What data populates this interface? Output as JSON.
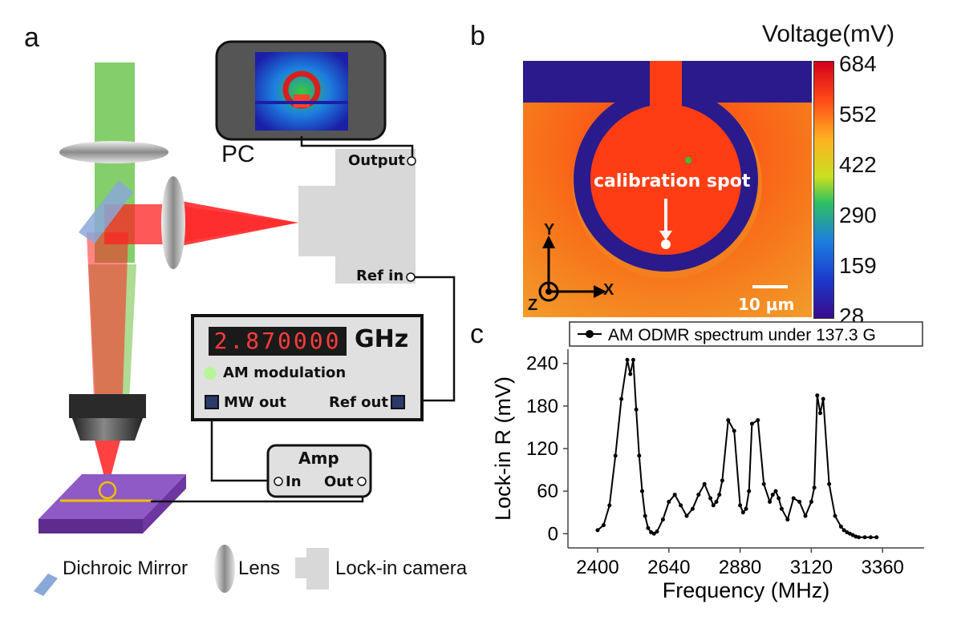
{
  "panels": {
    "a": "a",
    "b": "b",
    "c": "c"
  },
  "setup": {
    "pc_label": "PC",
    "output_label": "Output",
    "ref_in_label": "Ref in",
    "freq_display": "2.870000",
    "freq_unit": "GHz",
    "am_label": "AM modulation",
    "mw_out_label": "MW out",
    "ref_out_label": "Ref out",
    "amp_label": "Amp",
    "amp_in_label": "In",
    "amp_out_label": "Out",
    "legend": {
      "dichroic": "Dichroic Mirror",
      "lens": "Lens",
      "camera": "Lock-in camera"
    },
    "colors": {
      "green_beam": "#5bbf3a",
      "red_beam": "#ff2020",
      "substrate": "#7b3fa8",
      "led": "#b8f59a"
    }
  },
  "map": {
    "colorbar_title": "Voltage(mV)",
    "colorbar_ticks": [
      "684",
      "552",
      "422",
      "290",
      "159",
      "28"
    ],
    "annotation": "calibration spot",
    "scale_bar": "10 μm",
    "axes": {
      "x": "X",
      "y": "Y",
      "z": "Z"
    }
  },
  "chart_data": {
    "type": "line",
    "legend": "AM ODMR spectrum under 137.3 G",
    "xlabel": "Frequency (MHz)",
    "ylabel": "Lock-in R (mV)",
    "xlim": [
      2300,
      3500
    ],
    "ylim": [
      -20,
      260
    ],
    "xticks": [
      2400,
      2640,
      2880,
      3120,
      3360
    ],
    "yticks": [
      0,
      60,
      120,
      180,
      240
    ],
    "x": [
      2400,
      2420,
      2440,
      2460,
      2480,
      2500,
      2510,
      2520,
      2530,
      2540,
      2550,
      2560,
      2570,
      2580,
      2590,
      2600,
      2620,
      2640,
      2660,
      2680,
      2700,
      2720,
      2740,
      2760,
      2780,
      2790,
      2800,
      2810,
      2820,
      2840,
      2860,
      2880,
      2890,
      2900,
      2910,
      2920,
      2940,
      2960,
      2980,
      2990,
      3000,
      3010,
      3020,
      3040,
      3060,
      3080,
      3100,
      3120,
      3130,
      3140,
      3150,
      3160,
      3180,
      3200,
      3220,
      3230,
      3240,
      3250,
      3260,
      3270,
      3280,
      3300,
      3320,
      3340
    ],
    "y": [
      5,
      12,
      40,
      110,
      190,
      245,
      225,
      245,
      175,
      110,
      60,
      25,
      8,
      2,
      0,
      3,
      20,
      45,
      55,
      40,
      25,
      35,
      55,
      70,
      50,
      40,
      45,
      55,
      75,
      160,
      145,
      40,
      30,
      35,
      60,
      155,
      160,
      70,
      45,
      55,
      60,
      50,
      35,
      20,
      50,
      45,
      25,
      45,
      65,
      195,
      170,
      190,
      70,
      25,
      10,
      5,
      2,
      0,
      -2,
      -4,
      -5,
      -5,
      -5,
      -5
    ]
  }
}
